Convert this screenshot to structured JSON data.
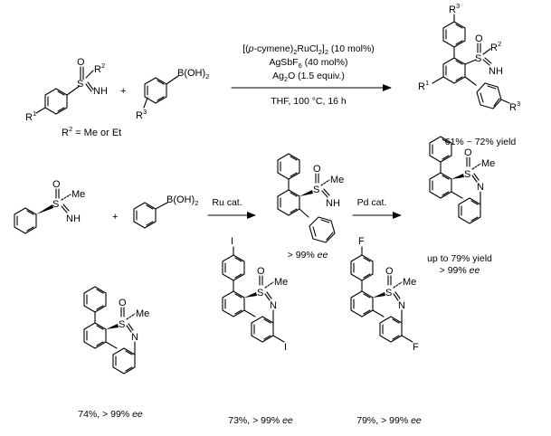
{
  "scheme": {
    "top": {
      "r1": "R",
      "r1_sup": "1",
      "r2": "R",
      "r2_sup": "2",
      "r3": "R",
      "r3_sup": "3",
      "o": "O",
      "s": "S",
      "nh": "NH",
      "plus": "+",
      "boronic": "B(OH)",
      "boronic_sub": "2",
      "r2_def": "R",
      "r2_def_sup": "2",
      "r2_def_rest": " = Me or Et",
      "cond1_a": "[(",
      "cond1_p": "p",
      "cond1_b": "-cymene)",
      "cond1_sub2": "2",
      "cond1_c": "RuCl",
      "cond1_sub3": "2",
      "cond1_d": "]",
      "cond1_sub4": "2",
      "cond1_e": " (10 mol%)",
      "cond2_a": "AgSbF",
      "cond2_sub": "6",
      "cond2_b": " (40 mol%)",
      "cond3_a": "Ag",
      "cond3_sub": "2",
      "cond3_b": "O (1.5 equiv.)",
      "cond4": "THF, 100 °C, 16 h",
      "yield": "61% ~ 72% yield"
    },
    "middle": {
      "me": "Me",
      "o": "O",
      "s": "S",
      "nh": "NH",
      "n": "N",
      "plus": "+",
      "boronic": "B(OH)",
      "boronic_sub": "2",
      "ru_cat": "Ru cat.",
      "pd_cat": "Pd cat.",
      "ee1_a": "> 99% ",
      "ee1_b": "ee",
      "yield2": "up to 79% yield",
      "ee2_a": "> 99% ",
      "ee2_b": "ee"
    },
    "bottom": {
      "me": "Me",
      "o": "O",
      "s": "S",
      "n": "N",
      "i": "I",
      "f": "F",
      "c1_a": "74%, > 99% ",
      "c1_b": "ee",
      "c2_a": "73%, > 99% ",
      "c2_b": "ee",
      "c3_a": "79%, > 99% ",
      "c3_b": "ee"
    }
  }
}
